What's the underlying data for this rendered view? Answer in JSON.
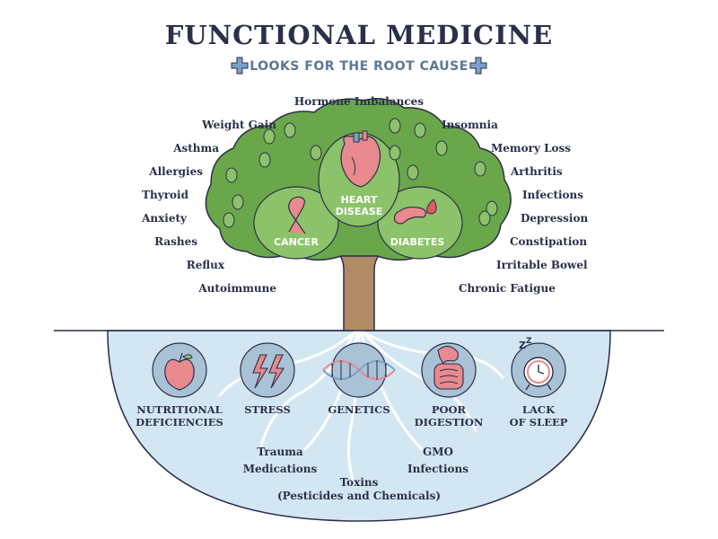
{
  "header": {
    "title": "FUNCTIONAL MEDICINE",
    "subtitle": "LOOKS FOR THE ROOT CAUSE"
  },
  "symptoms_left": [
    "Weight Gain",
    "Asthma",
    "Allergies",
    "Thyroid",
    "Anxiety",
    "Rashes",
    "Reflux",
    "Autoimmune"
  ],
  "symptoms_top": "Hormone Imbalances",
  "symptoms_right": [
    "Insomnia",
    "Memory Loss",
    "Arthritis",
    "Infections",
    "Depression",
    "Constipation",
    "Irritable Bowel",
    "Chronic Fatigue"
  ],
  "diseases": {
    "heart": "HEART\nDISEASE",
    "cancer": "CANCER",
    "diabetes": "DIABETES"
  },
  "root_causes": [
    {
      "label": "NUTRITIONAL\nDEFICIENCIES",
      "icon": "apple-icon"
    },
    {
      "label": "STRESS",
      "icon": "lightning-icon"
    },
    {
      "label": "GENETICS",
      "icon": "dna-icon"
    },
    {
      "label": "POOR\nDIGESTION",
      "icon": "stomach-icon"
    },
    {
      "label": "LACK\nOF SLEEP",
      "icon": "alarm-clock-icon"
    }
  ],
  "other_causes": {
    "trauma": "Trauma",
    "medications": "Medications",
    "gmo": "GMO",
    "infections": "Infections",
    "toxins": "Toxins\n(Pesticides and Chemicals)"
  },
  "colors": {
    "title": "#2c2f4a",
    "subtitle": "#5a7796",
    "foliage": "#6aa74a",
    "foliage_light": "#8cc36a",
    "trunk": "#b08b66",
    "ground": "#d3e7f3",
    "icon_circle": "#a9c2d6",
    "accent_pink": "#e88a8e"
  }
}
